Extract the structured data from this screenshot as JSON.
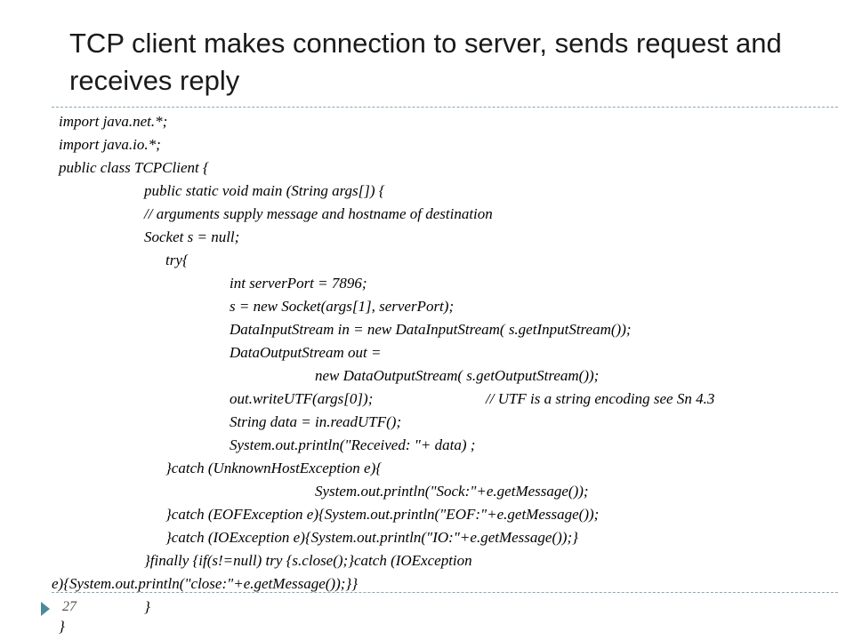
{
  "slide": {
    "title": "TCP client makes connection to server, sends request and receives reply",
    "page_number": "27",
    "code_lines": [
      "import java.net.*;",
      "import java.io.*;",
      "public class TCPClient {",
      "public static void main (String args[]) {",
      "// arguments supply message and hostname of destination",
      "Socket s = null;",
      "try{",
      "int serverPort = 7896;",
      "s = new Socket(args[1], serverPort);",
      "DataInputStream in = new DataInputStream( s.getInputStream());",
      "DataOutputStream out =",
      "new DataOutputStream( s.getOutputStream());",
      "out.writeUTF(args[0]);",
      "// UTF is a string encoding see Sn 4.3",
      "String data = in.readUTF();",
      "System.out.println(\"Received: \"+ data) ;",
      "}catch (UnknownHostException e){",
      "System.out.println(\"Sock:\"+e.getMessage());",
      "}catch (EOFException e){System.out.println(\"EOF:\"+e.getMessage());",
      "}catch (IOException e){System.out.println(\"IO:\"+e.getMessage());}",
      "}finally {if(s!=null) try {s.close();}catch (IOException",
      "e){System.out.println(\"close:\"+e.getMessage());}}",
      "}",
      "}"
    ]
  }
}
